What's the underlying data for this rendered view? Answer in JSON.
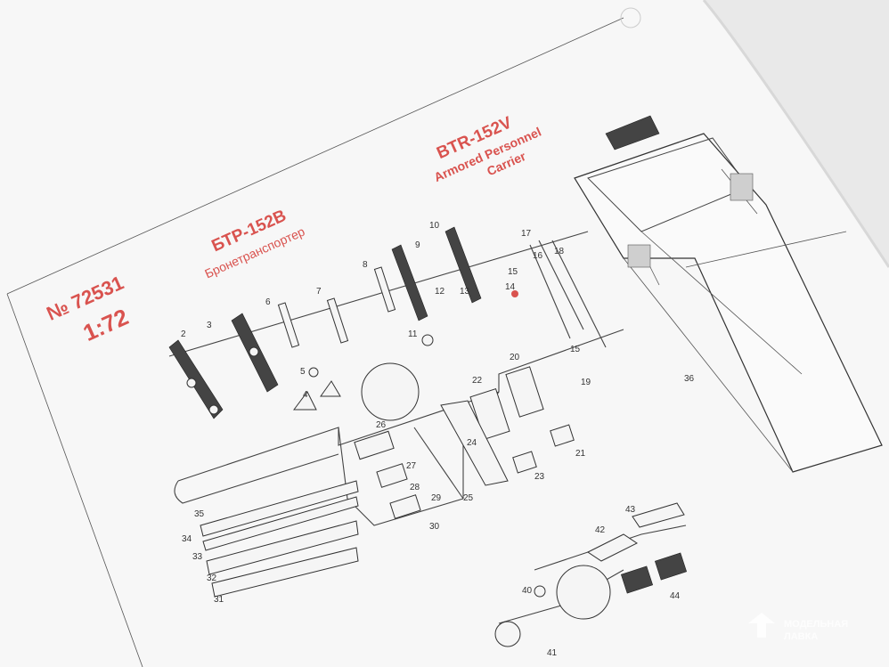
{
  "kit": {
    "number": "№ 72531",
    "scale": "1:72",
    "title_ru": "БТР-152В",
    "subtitle_ru": "Бронетранспортер",
    "title_en": "BTR-152V",
    "subtitle_en_line1": "Armored Personnel",
    "subtitle_en_line2": "Carrier"
  },
  "parts": [
    {
      "id": "p2",
      "label": "2"
    },
    {
      "id": "p3",
      "label": "3"
    },
    {
      "id": "p4",
      "label": "4"
    },
    {
      "id": "p5",
      "label": "5"
    },
    {
      "id": "p6",
      "label": "6"
    },
    {
      "id": "p7",
      "label": "7"
    },
    {
      "id": "p8",
      "label": "8"
    },
    {
      "id": "p9",
      "label": "9"
    },
    {
      "id": "p10",
      "label": "10"
    },
    {
      "id": "p11",
      "label": "11"
    },
    {
      "id": "p12",
      "label": "12"
    },
    {
      "id": "p13",
      "label": "13"
    },
    {
      "id": "p14",
      "label": "14"
    },
    {
      "id": "p15",
      "label": "15"
    },
    {
      "id": "p15b",
      "label": "15"
    },
    {
      "id": "p16",
      "label": "16"
    },
    {
      "id": "p17",
      "label": "17"
    },
    {
      "id": "p18",
      "label": "18"
    },
    {
      "id": "p19",
      "label": "19"
    },
    {
      "id": "p20",
      "label": "20"
    },
    {
      "id": "p21",
      "label": "21"
    },
    {
      "id": "p22",
      "label": "22"
    },
    {
      "id": "p23",
      "label": "23"
    },
    {
      "id": "p24",
      "label": "24"
    },
    {
      "id": "p25",
      "label": "25"
    },
    {
      "id": "p26",
      "label": "26"
    },
    {
      "id": "p27",
      "label": "27"
    },
    {
      "id": "p28",
      "label": "28"
    },
    {
      "id": "p29",
      "label": "29"
    },
    {
      "id": "p30",
      "label": "30"
    },
    {
      "id": "p31",
      "label": "31"
    },
    {
      "id": "p32",
      "label": "32"
    },
    {
      "id": "p33",
      "label": "33"
    },
    {
      "id": "p34",
      "label": "34"
    },
    {
      "id": "p35",
      "label": "35"
    },
    {
      "id": "p36",
      "label": "36"
    },
    {
      "id": "p40",
      "label": "40"
    },
    {
      "id": "p41",
      "label": "41"
    },
    {
      "id": "p42",
      "label": "42"
    },
    {
      "id": "p43",
      "label": "43"
    },
    {
      "id": "p44",
      "label": "44"
    }
  ],
  "watermark": {
    "line1": "МОДЕЛЬНАЯ",
    "line2": "ЛАВКА"
  },
  "colors": {
    "accent": "#d9534f",
    "paper": "#f7f7f7",
    "ink": "#333333"
  }
}
